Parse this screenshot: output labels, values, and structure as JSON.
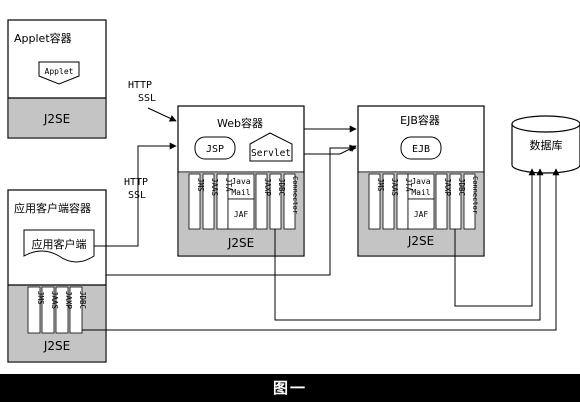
{
  "colors": {
    "gray": "#c4c4c4",
    "line": "#000000",
    "caption_bg": "#000000",
    "caption_fg": "#ffffff"
  },
  "applet_container": {
    "title": "Applet容器",
    "component": "Applet",
    "base": "J2SE"
  },
  "protocol_top": {
    "line1": "HTTP",
    "line2": "SSL"
  },
  "protocol_mid": {
    "line1": "HTTP",
    "line2": "SSL"
  },
  "web_container": {
    "title": "Web容器",
    "jsp": "JSP",
    "servlet": "Servlet",
    "base": "J2SE",
    "apis": [
      "JMS",
      "JAAS",
      "JTA",
      "JAXP",
      "JDBC",
      "Connector"
    ],
    "javamail": {
      "line1": "Java",
      "line2": "Mail"
    },
    "jaf": "JAF"
  },
  "ejb_container": {
    "title": "EJB容器",
    "ejb": "EJB",
    "base": "J2SE",
    "apis": [
      "JMS",
      "JAAS",
      "JTA",
      "JAXP",
      "JDBC",
      "Connector"
    ],
    "javamail": {
      "line1": "Java",
      "line2": "Mail"
    },
    "jaf": "JAF"
  },
  "client_container": {
    "title": "应用客户端容器",
    "component": "应用客户端",
    "base": "J2SE",
    "apis": [
      "JMS",
      "JAAS",
      "JAXP",
      "JDBC"
    ]
  },
  "database": {
    "label": "数据库"
  },
  "caption": "图一"
}
